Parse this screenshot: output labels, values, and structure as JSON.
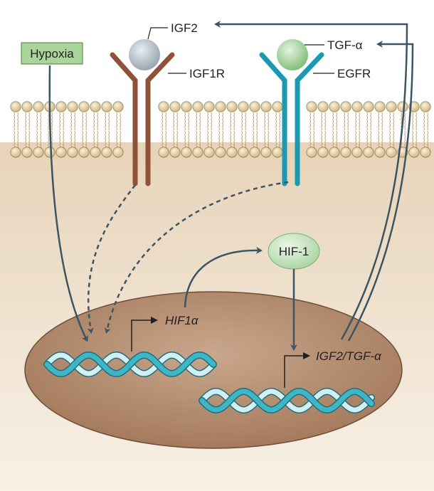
{
  "labels": {
    "hypoxia": "Hypoxia",
    "igf2": "IGF2",
    "igf1r": "IGF1R",
    "tgf_alpha": "TGF-α",
    "egfr": "EGFR",
    "hif1": "HIF-1",
    "hif1a_gene": "HIF1α",
    "target_genes": "IGF2/TGF-α"
  },
  "colors": {
    "cytoplasm": "#efe2cf",
    "nucleus": "#b38c70",
    "nucleus_edge": "#6e4e39",
    "igf1r": "#8f5238",
    "egfr": "#1a9ab0",
    "igf2_ligand": "#a6b1bc",
    "tgf_ligand": "#93c88c",
    "hif1_node": "#c6e2c0",
    "hypoxia_box": "#a9d49a",
    "arrow": "#3d5462",
    "lipid_head": "#e8d5a4",
    "dna_strand_a": "#3fb6c6",
    "dna_strand_b": "#d4eff3"
  },
  "icons": {
    "igf2_ligand": "sphere-ligand-icon",
    "tgf_ligand": "sphere-ligand-icon",
    "receptor": "y-shaped-receptor-icon",
    "dna": "double-helix-icon",
    "promoter": "bent-arrow-icon"
  }
}
